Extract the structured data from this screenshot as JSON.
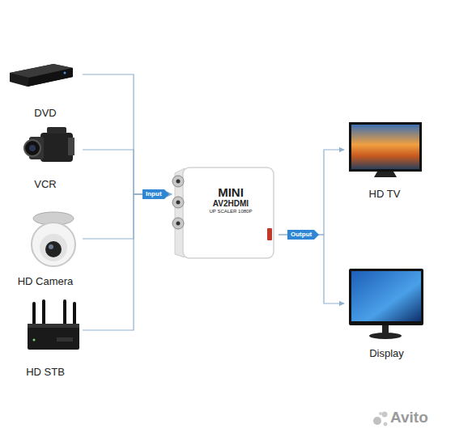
{
  "diagram": {
    "nodes": [
      {
        "text": [
          "DVD"
        ]
      },
      {
        "text": [
          "VCR"
        ]
      },
      {
        "text": [
          "HD Camera"
        ]
      },
      {
        "text": [
          "HD STB"
        ]
      },
      {
        "text": [
          "MINI",
          "AV2HDMI",
          "UP SCALER 1080P"
        ]
      },
      {
        "text": [
          "HD TV"
        ]
      },
      {
        "text": [
          "Display"
        ]
      }
    ],
    "edges": [
      {
        "from": 0,
        "to": 4,
        "arrow": "to"
      },
      {
        "from": 1,
        "to": 4,
        "arrow": "to"
      },
      {
        "from": 2,
        "to": 4,
        "arrow": "to"
      },
      {
        "from": 3,
        "to": 4,
        "arrow": "to"
      },
      {
        "from": 4,
        "to": 5,
        "arrow": "to"
      },
      {
        "from": 4,
        "to": 6,
        "arrow": "to"
      }
    ],
    "labels": [
      "Input",
      "Output",
      "Avito"
    ]
  }
}
